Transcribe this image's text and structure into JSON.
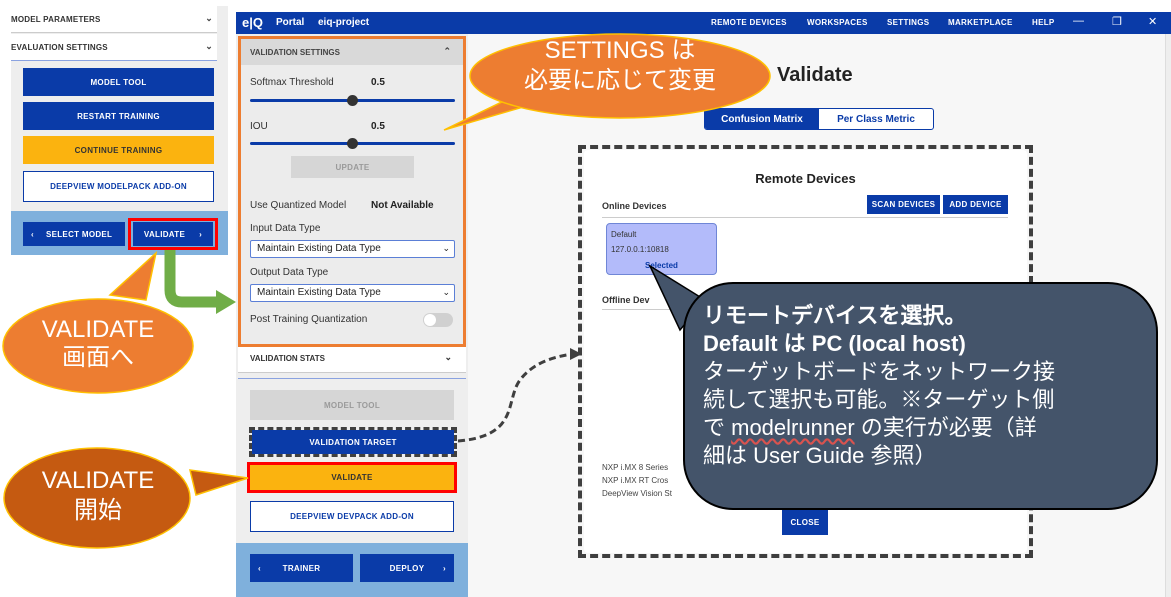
{
  "left_panel": {
    "accordions": [
      {
        "label": "MODEL PARAMETERS"
      },
      {
        "label": "EVALUATION SETTINGS"
      }
    ],
    "buttons": {
      "model_tool": "MODEL TOOL",
      "restart_training": "RESTART TRAINING",
      "continue_training": "CONTINUE TRAINING",
      "modelpack_addon": "DEEPVIEW MODELPACK ADD-ON"
    },
    "nav": {
      "prev": "SELECT MODEL",
      "next": "VALIDATE"
    }
  },
  "app": {
    "logo": "e|Q",
    "portal": "Portal",
    "project": "eiq-project",
    "topnav": [
      "REMOTE DEVICES",
      "WORKSPACES",
      "SETTINGS",
      "MARKETPLACE",
      "HELP"
    ],
    "window_controls": {
      "minimize": "—",
      "restore": "❐",
      "close": "✕"
    }
  },
  "validation_settings": {
    "header": "VALIDATION SETTINGS",
    "softmax_label": "Softmax Threshold",
    "softmax_value": "0.5",
    "softmax_fraction": 0.5,
    "iou_label": "IOU",
    "iou_value": "0.5",
    "iou_fraction": 0.5,
    "update_button": "UPDATE",
    "quantized_label": "Use Quantized Model",
    "quantized_value": "Not Available",
    "input_type_label": "Input Data Type",
    "input_type_value": "Maintain Existing Data Type",
    "output_type_label": "Output Data Type",
    "output_type_value": "Maintain Existing Data Type",
    "ptq_label": "Post Training Quantization",
    "ptq_enabled": false
  },
  "validation_stats": {
    "header": "VALIDATION STATS"
  },
  "side_buttons": {
    "model_tool": "MODEL TOOL",
    "validation_target": "VALIDATION TARGET",
    "validate": "VALIDATE",
    "devpack_addon": "DEEPVIEW DEVPACK ADD-ON",
    "prev": "TRAINER",
    "next": "DEPLOY"
  },
  "main": {
    "title": "Validate",
    "tabs": [
      {
        "label": "Confusion Matrix",
        "active": true
      },
      {
        "label": "Per Class Metric",
        "active": false
      }
    ]
  },
  "dialog": {
    "title": "Remote Devices",
    "online_title": "Online Devices",
    "scan_button": "SCAN DEVICES",
    "add_button": "ADD DEVICE",
    "device": {
      "name": "Default",
      "address": "127.0.0.1:10818",
      "status": "Selected"
    },
    "offline_title": "Offline Devices",
    "offline_partial": "Offline Dev",
    "list": [
      "NXP i.MX 8 Series",
      "NXP i.MX RT Cros",
      "DeepView Vision St"
    ],
    "close_button": "CLOSE"
  },
  "annotations": {
    "settings_callout": [
      "SETTINGS は",
      "必要に応じて変更"
    ],
    "goto_validate_callout": [
      "VALIDATE",
      "画面へ"
    ],
    "start_validate_callout": [
      "VALIDATE",
      "開始"
    ],
    "device_callout": {
      "line1": "リモートデバイスを選択。",
      "line2": "Default は PC (local host)",
      "line3": "ターゲットボードをネットワーク接",
      "line4": "続して選択も可能。※ターゲット側",
      "line5_pre": "で ",
      "line5_word": "modelrunner",
      "line5_post": " の実行が必要（詳",
      "line6": "細は User Guide 参照）"
    }
  },
  "colors": {
    "brand_blue": "#0a3ba8",
    "accent_yellow": "#fbb30f",
    "callout_orange": "#ed7d31",
    "callout_dark_orange": "#c55a11",
    "callout_slate": "#44546a",
    "highlight_red": "#ff0000",
    "arrow_green": "#70ad47"
  }
}
